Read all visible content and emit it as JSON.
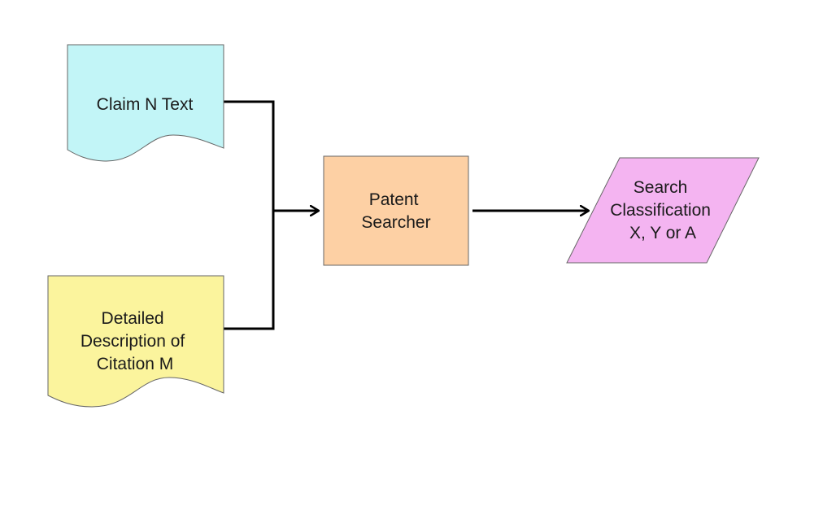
{
  "diagram": {
    "nodes": {
      "claim": {
        "lines": [
          "Claim N Text"
        ],
        "shape": "document",
        "fill": "#c2f5f7"
      },
      "description": {
        "lines": [
          "Detailed",
          "Description of",
          "Citation M"
        ],
        "shape": "document",
        "fill": "#fbf49d"
      },
      "searcher": {
        "lines": [
          "Patent",
          "Searcher"
        ],
        "shape": "process",
        "fill": "#fdd0a4"
      },
      "classification": {
        "lines": [
          "Search",
          "Classification",
          "X, Y or A"
        ],
        "shape": "data",
        "fill": "#f4b4f1"
      }
    },
    "edges": [
      {
        "from": "claim",
        "to": "searcher"
      },
      {
        "from": "description",
        "to": "searcher"
      },
      {
        "from": "searcher",
        "to": "classification"
      }
    ],
    "colors": {
      "stroke": "#666666",
      "connector": "#000000",
      "text": "#1a1a1a",
      "background": "#ffffff"
    }
  }
}
